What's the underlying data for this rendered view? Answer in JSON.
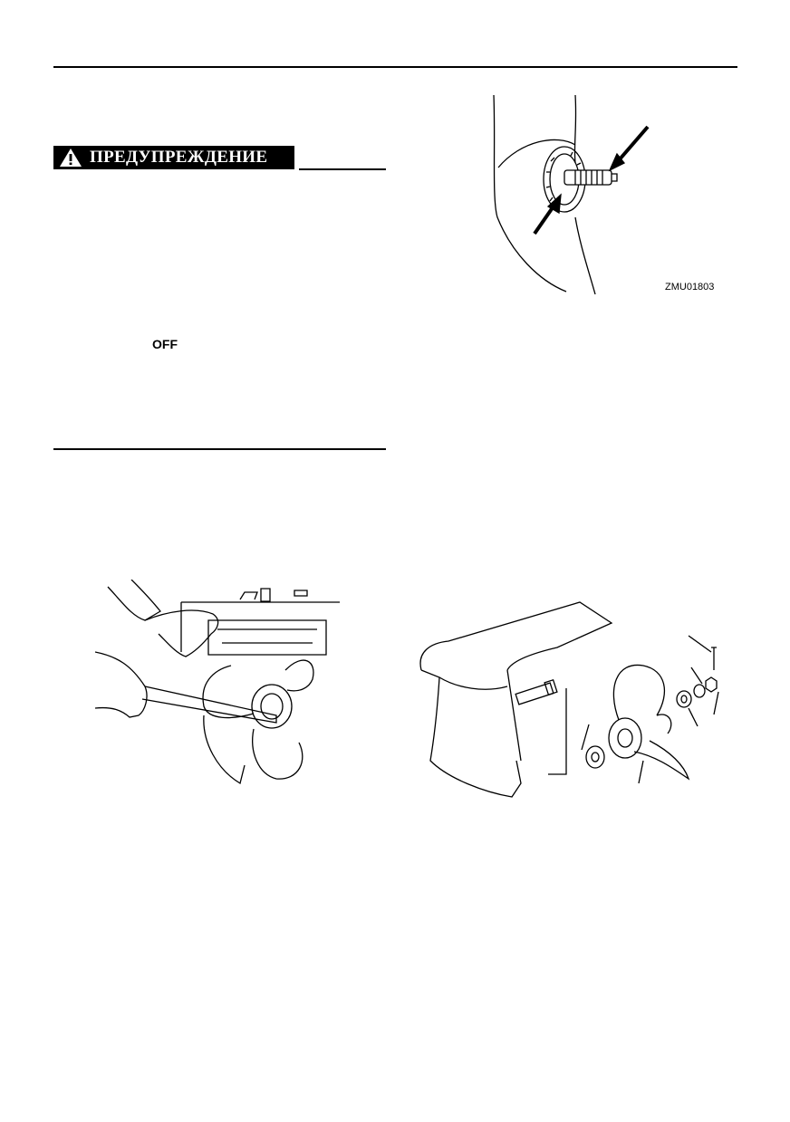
{
  "warning": {
    "title": "ПРЕДУПРЕЖДЕНИЕ",
    "icon": "warning-triangle-icon"
  },
  "body": {
    "off_label": "OFF"
  },
  "figures": {
    "shaft": {
      "code": "ZMU01803",
      "subject": "propeller-shaft-with-arrows"
    },
    "removal": {
      "subject": "hands-removing-propeller-with-wrench"
    },
    "exploded": {
      "subject": "propeller-exploded-view"
    }
  }
}
